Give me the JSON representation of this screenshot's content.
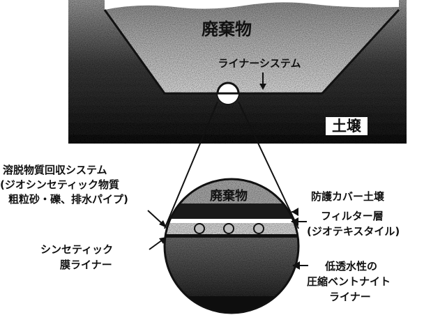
{
  "figure": {
    "waste_top": "廃棄物",
    "liner_system": "ライナーシステム",
    "soil": "土壌",
    "waste_zoom": "廃棄物"
  },
  "labels": {
    "leachate_line1": "溶脱物質回収システム",
    "leachate_line2": "(ジオシンセティック物質",
    "leachate_line3": "粗粒砂・礫、排水パイプ)",
    "synthetic_line1": "シンセティック",
    "synthetic_line2": "膜ライナー",
    "cover_soil": "防護カバー土壌",
    "filter_line1": "フィルター層",
    "filter_line2": "(ジオテキスタイル)",
    "clay_line1": "低透水性の",
    "clay_line2": "圧縮ベントナイト",
    "clay_line3": "ライナー"
  },
  "colors": {
    "black": "#111111",
    "dark_gray": "#3a3a3a",
    "mid_gray": "#8a8a8a",
    "light_gray": "#cfcfcf",
    "white": "#ffffff"
  }
}
